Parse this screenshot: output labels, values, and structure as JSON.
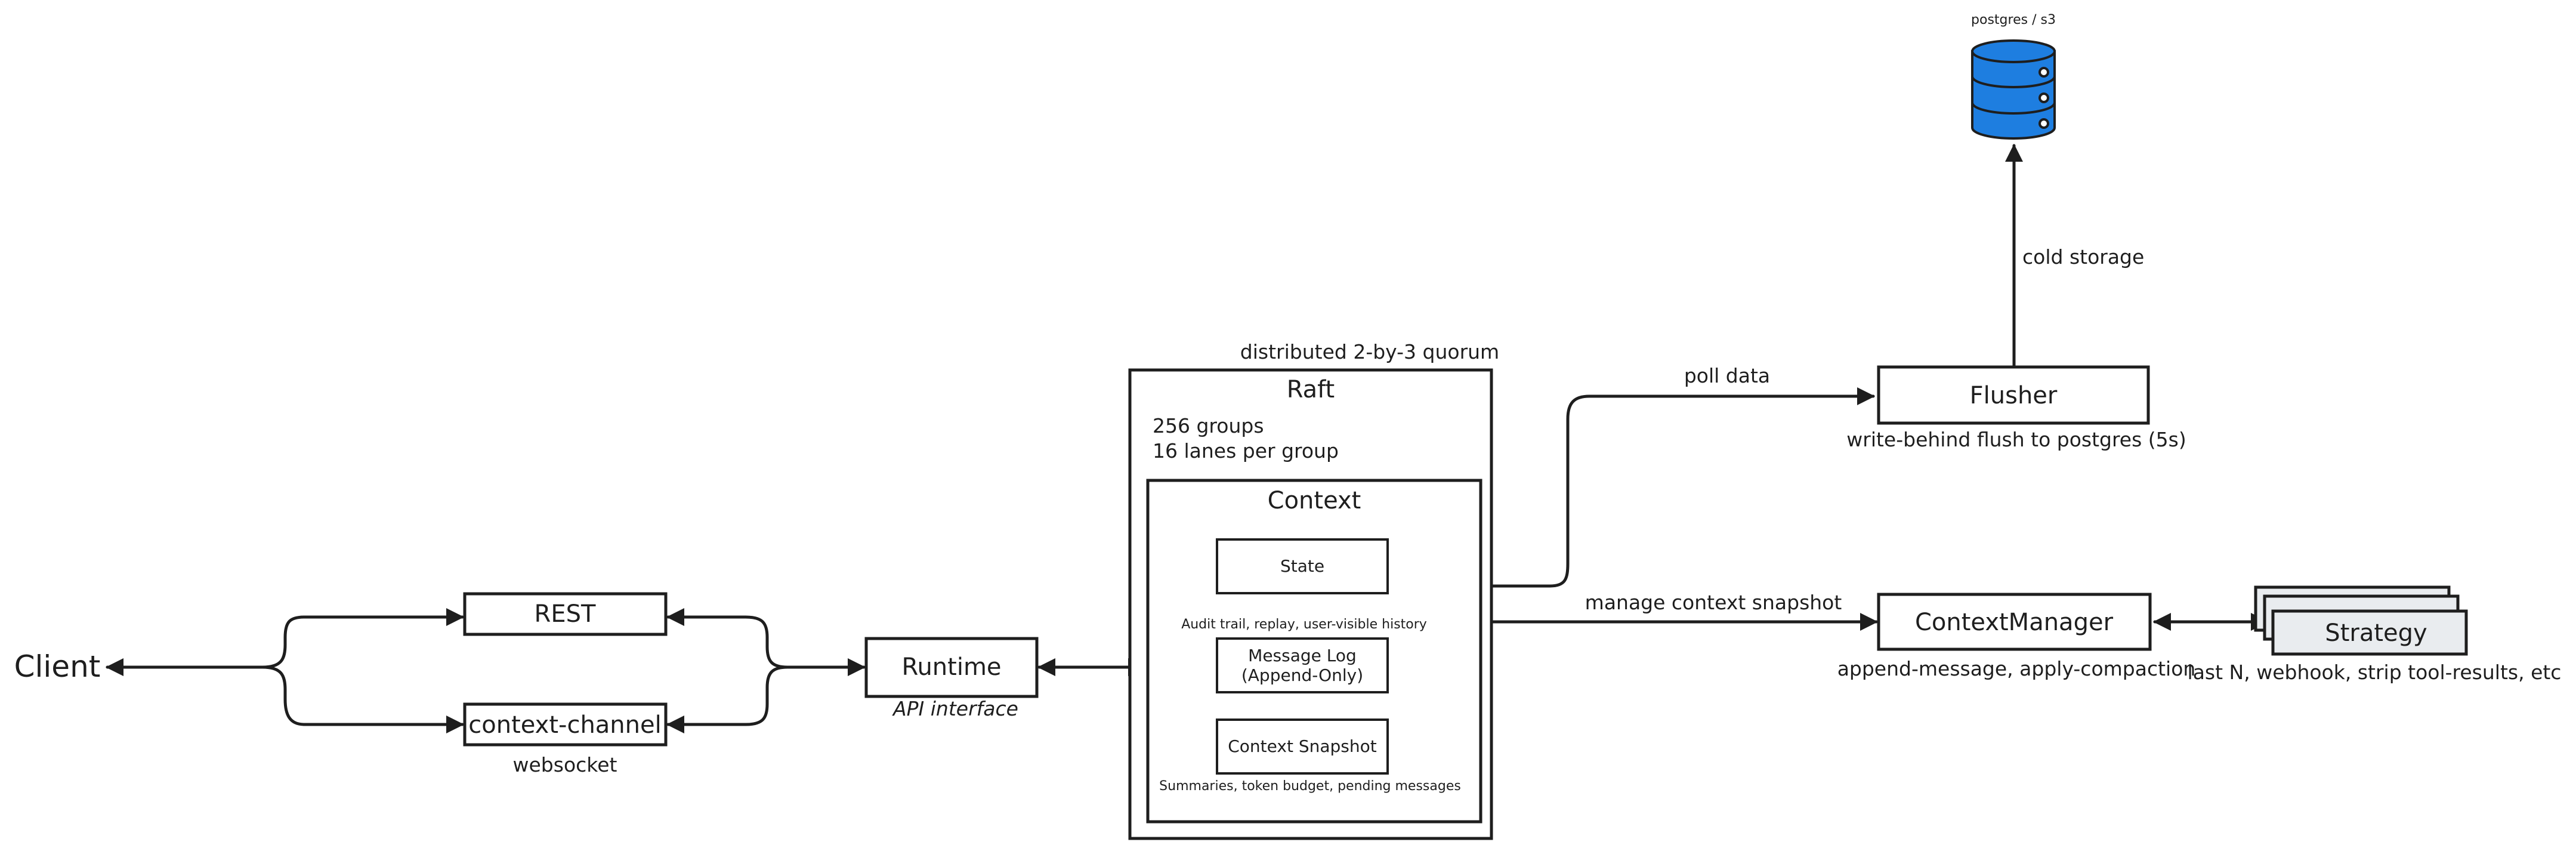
{
  "client": {
    "label": "Client"
  },
  "rest": {
    "label": "REST"
  },
  "context_channel": {
    "label": "context-channel",
    "caption": "websocket"
  },
  "runtime": {
    "label": "Runtime",
    "caption": "API interface"
  },
  "raft": {
    "annotation": "distributed 2-by-3 quorum",
    "label": "Raft",
    "groups": "256 groups",
    "lanes": "16 lanes per group"
  },
  "context": {
    "label": "Context",
    "state": {
      "label": "State"
    },
    "message_log": {
      "line1": "Message Log",
      "line2": "(Append-Only)",
      "caption": "Audit trail, replay, user-visible history"
    },
    "snapshot": {
      "label": "Context Snapshot",
      "caption": "Summaries, token budget, pending messages"
    }
  },
  "storage": {
    "label": "postgres / s3",
    "color": "#1e7ee0"
  },
  "flusher": {
    "label": "Flusher",
    "caption": "write-behind flush to postgres (5s)"
  },
  "context_manager": {
    "label": "ContextManager",
    "caption": "append-message, apply-compaction"
  },
  "strategy": {
    "label": "Strategy",
    "caption": "last N, webhook, strip tool-results, etc",
    "fill": "#e9ecef"
  },
  "edges": {
    "poll_data": "poll data",
    "cold_storage": "cold storage",
    "manage_snapshot": "manage context snapshot"
  }
}
